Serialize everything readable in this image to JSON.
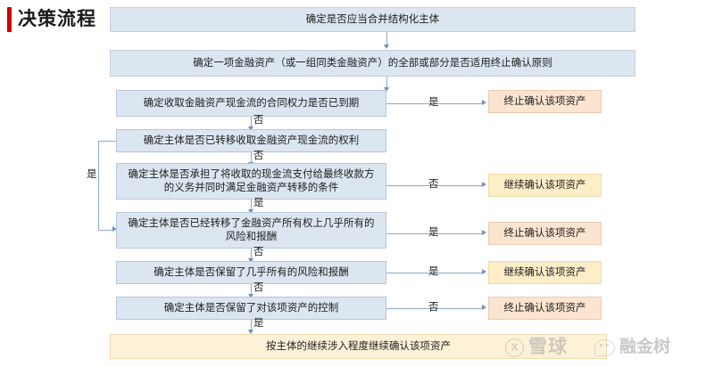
{
  "header": {
    "title": "决策流程",
    "accent_color": "#cc0000"
  },
  "colors": {
    "question_box": "#dce6f1",
    "stop_box": "#fbe4d0",
    "continue_box": "#fdeec8",
    "final_box": "#fdf2d8",
    "connector": "#8ea9c4"
  },
  "chart_data": {
    "type": "diagram",
    "title": "决策流程",
    "nodes": [
      {
        "id": "n1",
        "kind": "process",
        "text": "确定是否应当合并结构化主体"
      },
      {
        "id": "n2",
        "kind": "process",
        "text": "确定一项金融资产（或一组同类金融资产）的全部或部分是否适用终止确认原则"
      },
      {
        "id": "q1",
        "kind": "question",
        "text": "确定收取金融资产现金流的合同权力是否已到期"
      },
      {
        "id": "q2",
        "kind": "question",
        "text": "确定主体是否已转移收取金融资产现金流的权利"
      },
      {
        "id": "q3",
        "kind": "question",
        "text": "确定主体是否承担了将收取的现金流支付给最终收款方的义务并同时满足金融资产转移的条件"
      },
      {
        "id": "q4",
        "kind": "question",
        "text": "确定主体是否已经转移了金融资产所有权上几乎所有的风险和报酬"
      },
      {
        "id": "q5",
        "kind": "question",
        "text": "确定主体是否保留了几乎所有的风险和报酬"
      },
      {
        "id": "q6",
        "kind": "question",
        "text": "确定主体是否保留了对该项资产的控制"
      },
      {
        "id": "o1",
        "kind": "stop",
        "text": "终止确认该项资产"
      },
      {
        "id": "o2",
        "kind": "continue",
        "text": "继续确认该项资产"
      },
      {
        "id": "o3",
        "kind": "stop",
        "text": "终止确认该项资产"
      },
      {
        "id": "o4",
        "kind": "continue",
        "text": "继续确认该项资产"
      },
      {
        "id": "o5",
        "kind": "stop",
        "text": "终止确认该项资产"
      },
      {
        "id": "o6",
        "kind": "final",
        "text": "按主体的继续涉入程度继续确认该项资产"
      }
    ],
    "edges": [
      {
        "from": "n1",
        "to": "n2",
        "label": ""
      },
      {
        "from": "n2",
        "to": "q1",
        "label": ""
      },
      {
        "from": "q1",
        "to": "o1",
        "label": "是"
      },
      {
        "from": "q1",
        "to": "q2",
        "label": "否"
      },
      {
        "from": "q2",
        "to": "q4",
        "label": "是"
      },
      {
        "from": "q2",
        "to": "q3",
        "label": "否"
      },
      {
        "from": "q3",
        "to": "o2",
        "label": "否"
      },
      {
        "from": "q3",
        "to": "q4",
        "label": "是"
      },
      {
        "from": "q4",
        "to": "o3",
        "label": "是"
      },
      {
        "from": "q4",
        "to": "q5",
        "label": "否"
      },
      {
        "from": "q5",
        "to": "o4",
        "label": "是"
      },
      {
        "from": "q5",
        "to": "q6",
        "label": "否"
      },
      {
        "from": "q6",
        "to": "o5",
        "label": "否"
      },
      {
        "from": "q6",
        "to": "o6",
        "label": "是"
      }
    ],
    "edge_labels": {
      "q1_yes": "是",
      "q1_no": "否",
      "q2_yes": "是",
      "q2_no": "否",
      "q3_no": "否",
      "q3_yes": "是",
      "q4_yes": "是",
      "q4_no": "否",
      "q5_yes": "是",
      "q5_no": "否",
      "q6_no": "否",
      "q6_yes": "是"
    }
  },
  "watermarks": {
    "xueqiu": "雪球",
    "wechat": "融金树"
  }
}
